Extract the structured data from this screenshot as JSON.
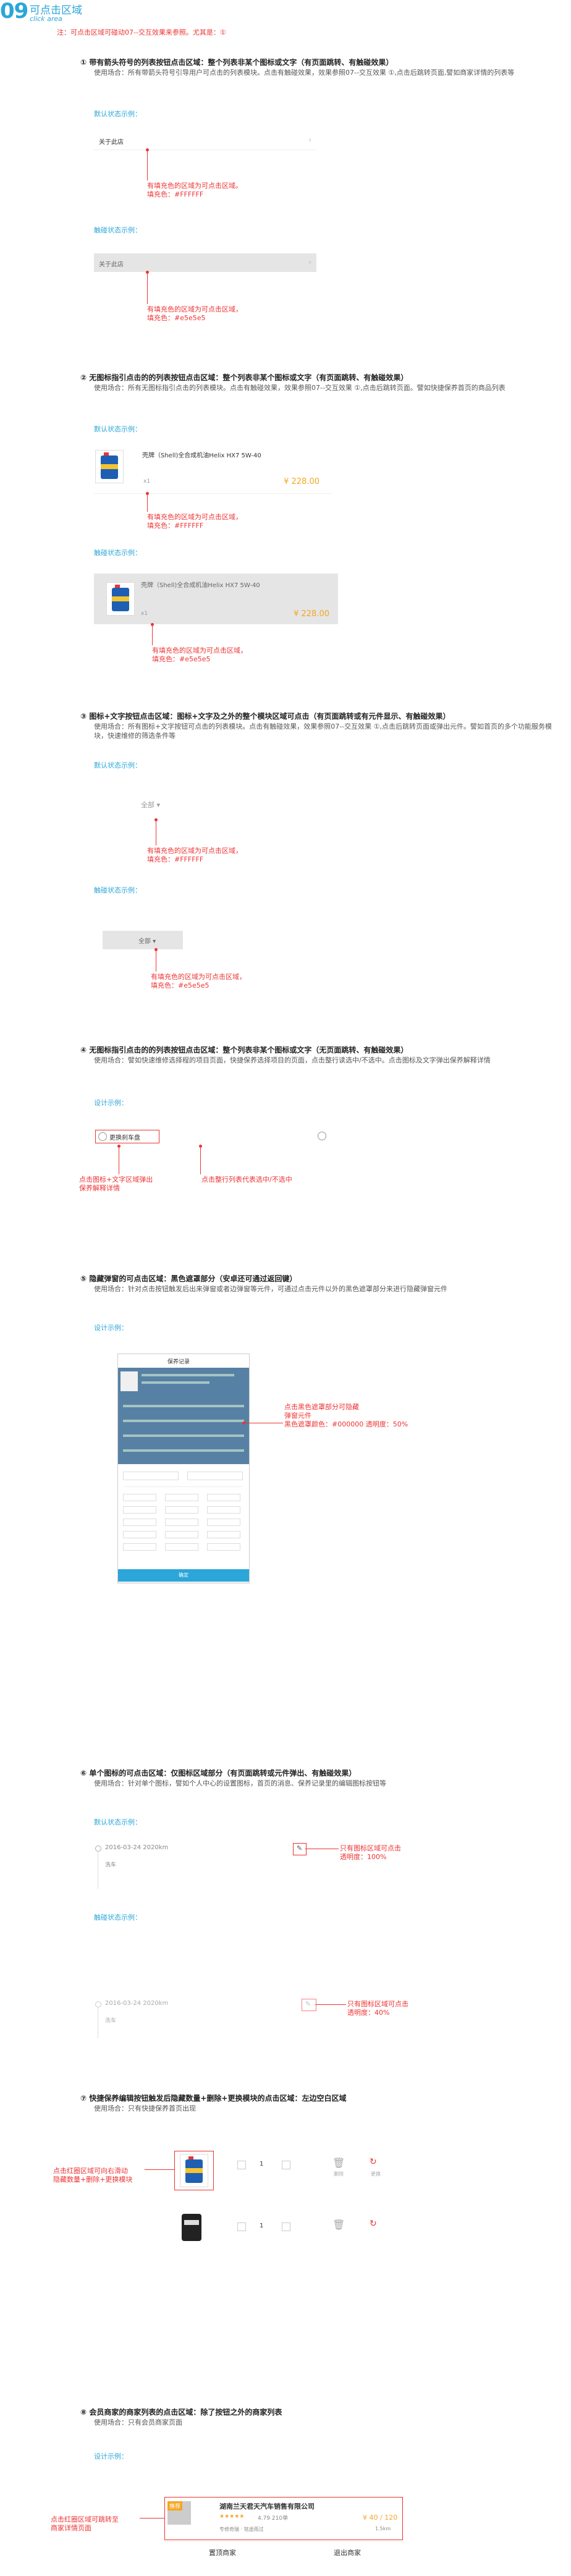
{
  "header": {
    "number": "09",
    "title": "可点击区域",
    "subtitle": "click area",
    "note": "注：可点击区域可碰动07--交互效果来参照。尤其是：①"
  },
  "s1": {
    "title": "① 带有箭头符号的列表按钮点击区域：整个列表非某个图标或文字（有页面跳转、有触碰效果）",
    "desc": "使用场合：所有带箭头符号引导用户可点击的列表模块。点击有触碰效果，效果参照07--交互效果 ①,点击后跳转页面,譬如商家详情的列表等",
    "default_label": "默认状态示例：",
    "item_label": "关于此店",
    "note1": "有填充色的区域为可点击区域。",
    "note2": "填充色：#FFFFFF",
    "touch_label": "触碰状态示例：",
    "item_label2": "关于此店",
    "note3": "有填充色的区域为可点击区域，",
    "note4": "填充色：#e5e5e5"
  },
  "s2": {
    "title": "② 无图标指引点击的的列表按钮点击区域：整个列表非某个图标或文字（有页面跳转、有触碰效果）",
    "desc": "使用场合：所有无图标指引点击的列表模块。点击有触碰效果，效果参照07--交互效果 ①,点击后跳转页面。譬如快捷保养首页的商品列表",
    "default_label": "默认状态示例：",
    "product": "壳牌（Shell)全合成机油Helix HX7 5W-40",
    "qty": "x1",
    "price": "¥ 228.00",
    "note1": "有填充色的区域为可点击区域，",
    "note2": "填充色：#FFFFFF",
    "touch_label": "触碰状态示例：",
    "product2": "壳牌（Shell)全合成机油Helix HX7 5W-40",
    "qty2": "x1",
    "price2": "¥ 228.00",
    "note3": "有填充色的区域为可点击区域，",
    "note4": "填充色：#e5e5e5"
  },
  "s3": {
    "title": "③ 图标+文字按钮点击区域：图标+文字及之外的整个模块区域可点击（有页面跳转或有元件显示、有触碰效果）",
    "desc": "使用场合：所有图标+文字按钮可点击的列表模块。点击有触碰效果，效果参照07--交互效果 ①,点击后跳转页面或弹出元件。譬如首页的多个功能服务模块，快速维修的筛选条件等",
    "default_label": "默认状态示例：",
    "btn": "全部 ▾",
    "note1": "有填充色的区域为可点击区域，",
    "note2": "填充色：#FFFFFF",
    "touch_label": "触碰状态示例：",
    "btn2": "全部 ▾",
    "note3": "有填充色的区域为可点击区域，",
    "note4": "填充色：#e5e5e5"
  },
  "s4": {
    "title": "④ 无图标指引点击的的列表按钮点击区域：整个列表非某个图标或文字（无页面跳转、有触碰效果）",
    "desc": "使用场合：譬如快速维修选择程的项目页面，快捷保养选择项目的页面，点击整行读选中/不选中。点击图标及文字弹出保养解释详情",
    "design_label": "设计示例：",
    "item": "更换刹车盘",
    "note1": "点击图标+文字区域弹出",
    "note2": "保养解释详情",
    "note3": "点击整行列表代表选中/不选中"
  },
  "s5": {
    "title": "⑤ 隐藏弹窗的可点击区域：黑色遮罩部分（安卓还可通过返回键）",
    "desc": "使用场合：针对点击按钮触发后出来弹窗或者边弹窗等元件，可通过点击元件以外的黑色遮罩部分来进行隐藏弹窗元件",
    "design_label": "设计示例：",
    "popup_title": "保养记录",
    "note1": "点击黑色遮罩部分可隐藏",
    "note2": "弹窗元件",
    "note3": "黑色遮罩颜色：#000000  透明度：50%",
    "ok": "确定"
  },
  "s6": {
    "title": "⑥ 单个图标的可点击区域：仅图标区域部分（有页面跳转或元件弹出、有触碰效果）",
    "desc": "使用场合：针对单个图标，譬如个人中心的设置图标，首页的消息、保养记录里的编辑图标按钮等",
    "default_label": "默认状态示例：",
    "date": "2016-03-24  2020km",
    "sub": "洗车",
    "note1": "只有图标区域可点击",
    "note2": "透明度：100%",
    "touch_label": "触碰状态示例：",
    "date2": "2016-03-24  2020km",
    "sub2": "洗车",
    "note3": "只有图标区域可点击",
    "note4": "透明度：40%"
  },
  "s7": {
    "title": "⑦ 快捷保养编辑按钮触发后隐藏数量+删除+更换模块的点击区域：左边空白区域",
    "desc": "使用场合：只有快捷保养首页出现",
    "note1": "点击红圈区域可向右滑动",
    "note2": "隐藏数量+删除+更换模块",
    "qty": "1",
    "qty2": "1",
    "del": "删除",
    "rep": "更换"
  },
  "s8": {
    "title": "⑧ 会员商家的商家列表的点击区域：除了按钮之外的商家列表",
    "desc": "使用场合：只有会员商家页面",
    "design_label": "设计示例：",
    "shop": "湖南兰天君天汽车销售有限公司",
    "rating": "4.79  210单",
    "price": "¥ 40 / 120",
    "addr": "专修奇瑞 · 铭途雨过",
    "dist": "1.5km",
    "tag": "推荐",
    "note1": "点击红圈区域可跳转至",
    "note2": "商家详情页面",
    "btn1": "置顶商家",
    "btn2": "退出商家"
  }
}
